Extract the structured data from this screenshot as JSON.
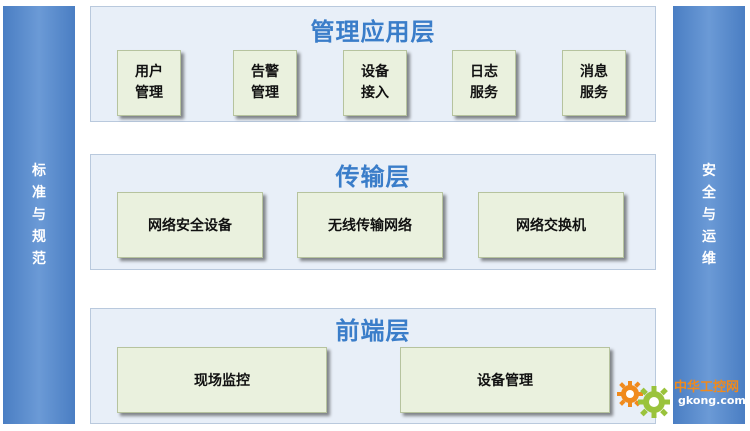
{
  "left_bar": {
    "label": "标准与规范"
  },
  "right_bar": {
    "label": "安全与运维"
  },
  "layers": {
    "management": {
      "title": "管理应用层",
      "modules": [
        "用户管理",
        "告警管理",
        "设备接入",
        "日志服务",
        "消息服务"
      ]
    },
    "transport": {
      "title": "传输层",
      "modules": [
        "网络安全设备",
        "无线传输网络",
        "网络交换机"
      ]
    },
    "frontend": {
      "title": "前端层",
      "modules": [
        "现场监控",
        "设备管理"
      ]
    }
  },
  "watermark": {
    "brand": "中华工控网",
    "domain": "gkong.com"
  },
  "colors": {
    "side_bar": "#4a7ec3",
    "layer_bg": "#e8eff8",
    "layer_title": "#3a7dc9",
    "module_bg": "#eaf1de",
    "watermark_orange": "#f08a1c"
  }
}
